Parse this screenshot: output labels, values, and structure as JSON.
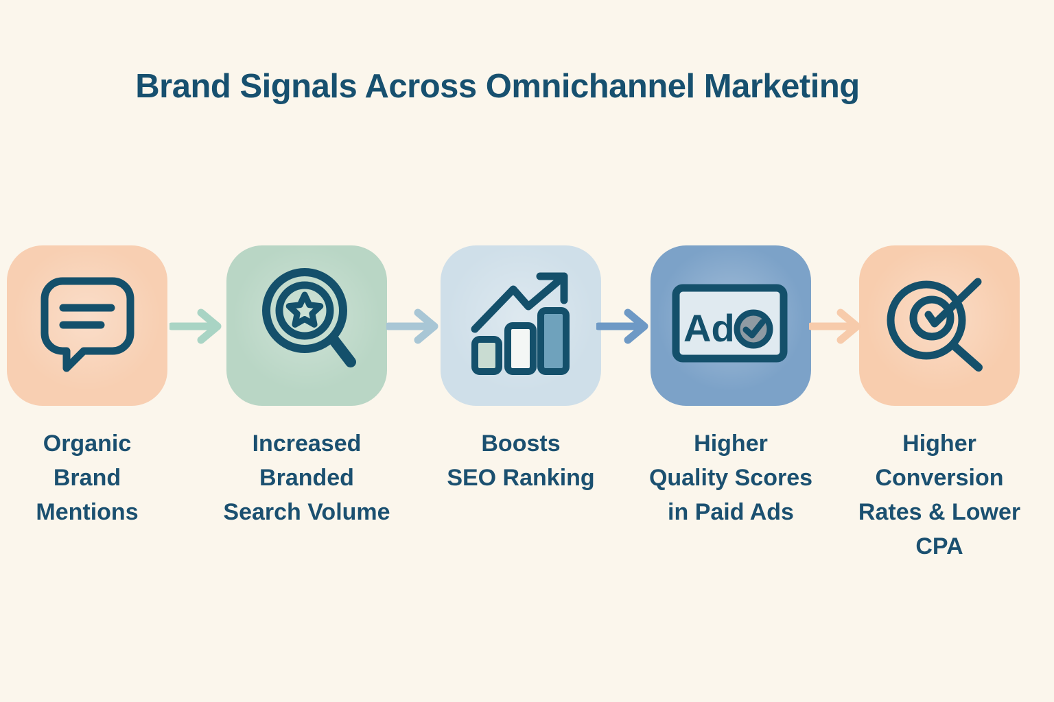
{
  "background_color": "#FBF6EC",
  "title": {
    "text": "Brand Signals Across Omnichannel Marketing",
    "color": "#17506F"
  },
  "label_color": "#1B5070",
  "icon_stroke_color": "#14506B",
  "steps": [
    {
      "id": "organic-brand-mentions",
      "icon": "chat-bubble-icon",
      "card_color": "#F8CFB2",
      "lines": [
        "Organic",
        "Brand",
        "Mentions"
      ]
    },
    {
      "id": "increased-branded-search-volume",
      "icon": "search-star-icon",
      "card_color": "#B9D6C5",
      "lines": [
        "Increased",
        "Branded",
        "Search Volume"
      ]
    },
    {
      "id": "boosts-seo-ranking",
      "icon": "growth-bar-chart-icon",
      "card_color": "#CFDFE9",
      "bar_colors": [
        "#C9DCD2",
        "#F4F7F5",
        "#6FA2BC"
      ],
      "lines": [
        "Boosts",
        "SEO Ranking"
      ]
    },
    {
      "id": "higher-quality-scores-in-paid-ads",
      "icon": "ad-badge-check-icon",
      "card_color": "#7CA2C8",
      "badge_fill": "#E0EAF0",
      "badge_text": "Ad",
      "check_circle_fill": "#8F9BA3",
      "lines": [
        "Higher",
        "Quality Scores",
        "in Paid Ads"
      ]
    },
    {
      "id": "higher-conversion-rates-lower-cpa",
      "icon": "target-check-icon",
      "card_color": "#F8CDAE",
      "lines": [
        "Higher",
        "Conversion",
        "Rates & Lower",
        "CPA"
      ]
    }
  ],
  "arrows": [
    {
      "color": "#A9D4C4"
    },
    {
      "color": "#A8C6D5"
    },
    {
      "color": "#6E99C5"
    },
    {
      "color": "#F7CBAB"
    }
  ]
}
